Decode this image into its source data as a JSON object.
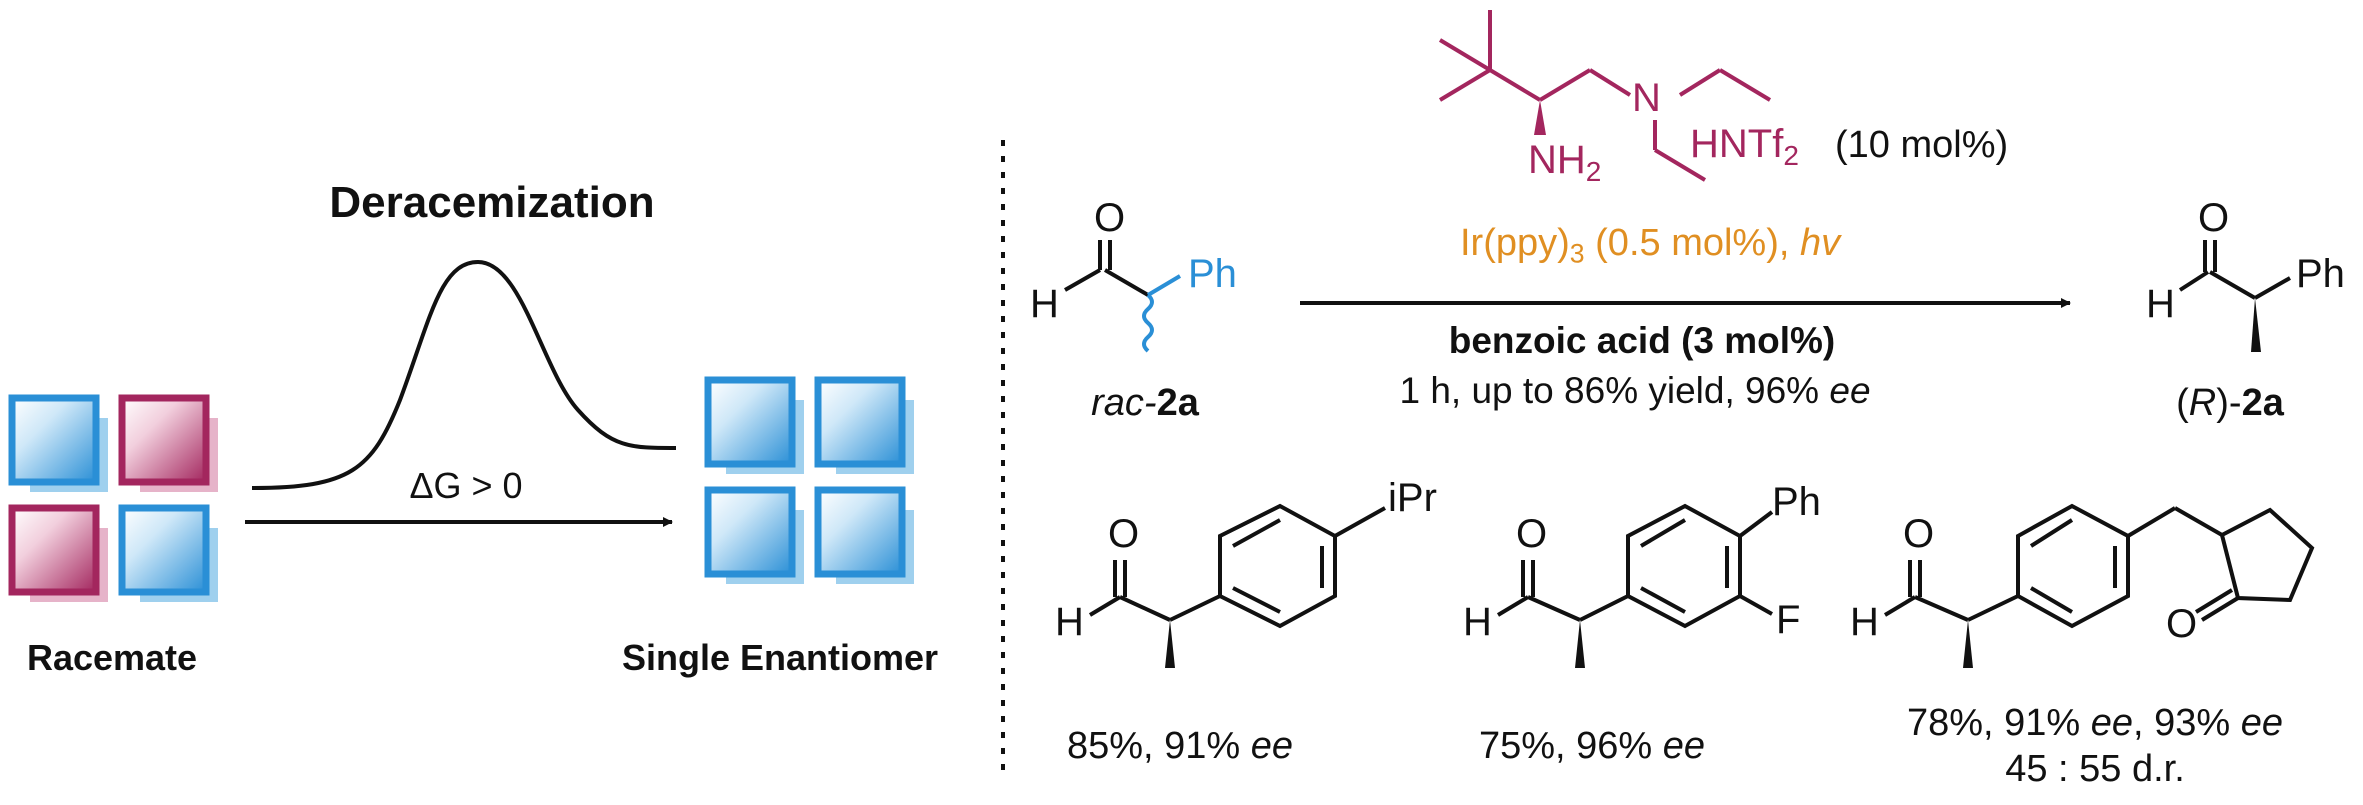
{
  "left_panel": {
    "title": "Deracemization",
    "energy_label": "ΔG > 0",
    "racemate_label": "Racemate",
    "product_label": "Single Enantiomer"
  },
  "colors": {
    "blue_box": "#2a8fd6",
    "magenta_box": "#a3265e",
    "catalyst": "#a3265e",
    "photocatalyst": "#e08f22",
    "stereo_bond": "#2a8fd6",
    "text": "#111111"
  },
  "reaction": {
    "catalyst_amine_label": "NH",
    "catalyst_amine_sub": "2",
    "catalyst_n_label": "N",
    "catalyst_acid_label": "HNTf",
    "catalyst_acid_sub": "2",
    "catalyst_loading": "(10 mol%)",
    "photocatalyst_main": "Ir(ppy)",
    "photocatalyst_sub": "3",
    "photocatalyst_loading": "(0.5 mol%),",
    "light": "hv",
    "additive": "benzoic acid (3 mol%)",
    "conditions_main": "1 h, up to 86% yield, 96%",
    "conditions_ee": "ee",
    "substrate_prefix": "rac-",
    "substrate_id": "2a",
    "product_prefix_open": "(",
    "product_prefix_R": "R",
    "product_prefix_close": ")-",
    "product_id": "2a",
    "atom_O": "O",
    "atom_H": "H",
    "atom_Ph": "Ph"
  },
  "examples": [
    {
      "substituent": "iPr",
      "result": "85%, 91%",
      "ee": "ee"
    },
    {
      "substituent": "Ph",
      "fluoro": "F",
      "result": "75%, 96%",
      "ee": "ee"
    },
    {
      "ketone_O": "O",
      "result_line1": "78%, 91%",
      "ee1": "ee",
      "result_mid": ", 93%",
      "ee2": "ee",
      "result_line2": "45 : 55 d.r."
    }
  ]
}
